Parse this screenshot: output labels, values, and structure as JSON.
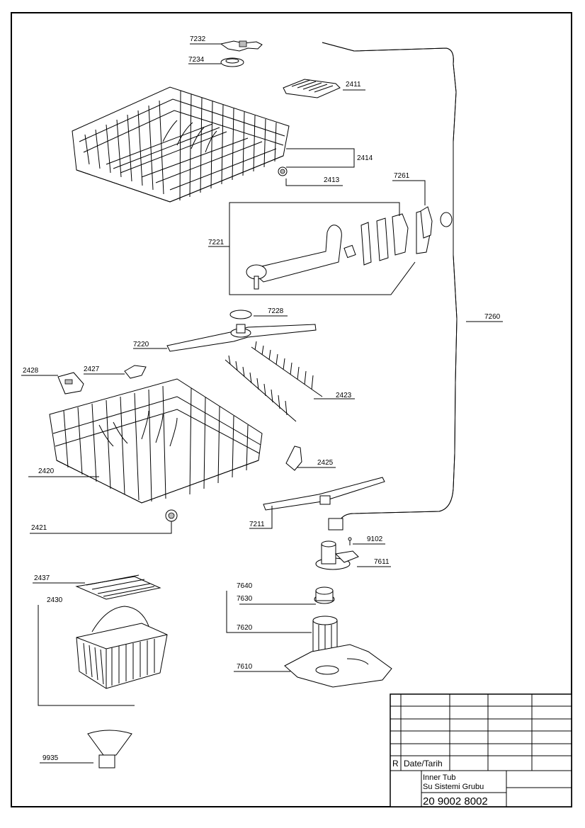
{
  "parts": {
    "p7232": "7232",
    "p7234": "7234",
    "p2411": "2411",
    "p2414": "2414",
    "p2413": "2413",
    "p7261": "7261",
    "p7221": "7221",
    "p7260": "7260",
    "p7228": "7228",
    "p7220": "7220",
    "p2428": "2428",
    "p2427": "2427",
    "p2423": "2423",
    "p2425": "2425",
    "p2420": "2420",
    "p7211": "7211",
    "p2421": "2421",
    "p9102": "9102",
    "p7611": "7611",
    "p2437": "2437",
    "p7640": "7640",
    "p2430": "2430",
    "p7630": "7630",
    "p7620": "7620",
    "p7610": "7610",
    "p9935": "9935"
  },
  "title_block": {
    "rev_letter": "R",
    "date_label": "Date/Tarih",
    "title_line1": "Inner Tub",
    "title_line2": "Su Sistemi Grubu",
    "drawing_number": "20 9002 8002"
  }
}
